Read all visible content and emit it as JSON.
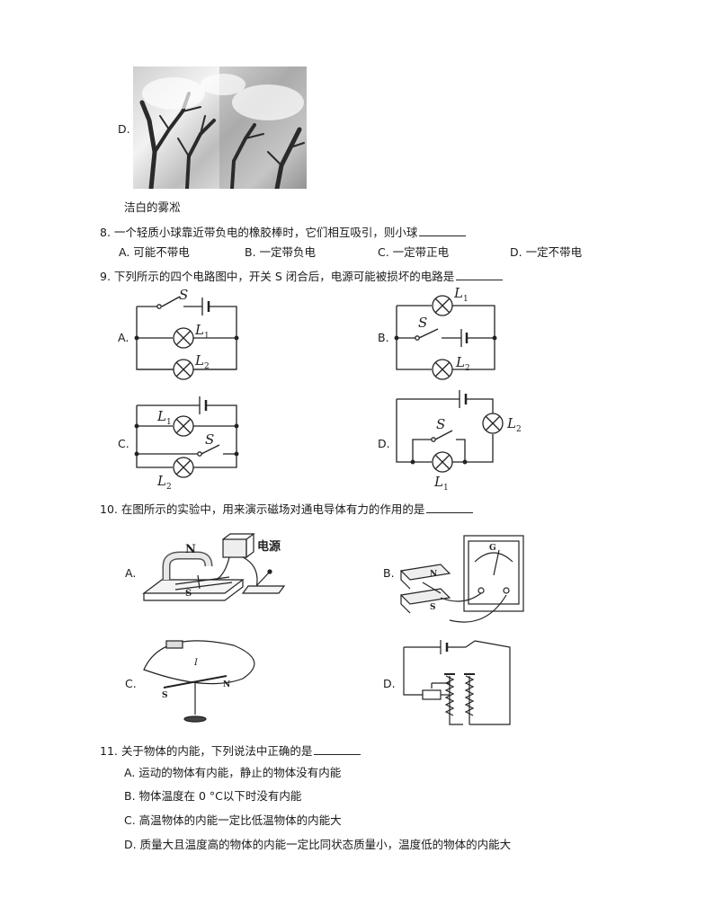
{
  "q7": {
    "option_label": "D.",
    "caption": "洁白的雾凇"
  },
  "q8": {
    "question": "8. 一个轻质小球靠近带负电的橡胶棒时，它们相互吸引，则小球",
    "options": [
      "A. 可能不带电",
      "B. 一定带负电",
      "C. 一定带正电",
      "D. 一定不带电"
    ]
  },
  "q9": {
    "question": "9. 下列所示的四个电路图中，开关 S 闭合后，电源可能被损坏的电路是",
    "option_labels": [
      "A.",
      "B.",
      "C.",
      "D."
    ],
    "symbols": {
      "switch": "S",
      "lamp1": "L",
      "lamp1_sub": "1",
      "lamp2": "L",
      "lamp2_sub": "2"
    }
  },
  "q10": {
    "question": "10. 在图所示的实验中，用来演示磁场对通电导体有力的作用的是",
    "option_labels": [
      "A.",
      "B.",
      "C.",
      "D."
    ],
    "figure_text": {
      "north": "N",
      "south": "S",
      "power": "电源",
      "current": "I",
      "galvanometer": "G"
    }
  },
  "q11": {
    "question": "11. 关于物体的内能，下列说法中正确的是",
    "options": [
      "A. 运动的物体有内能，静止的物体没有内能",
      "B. 物体温度在 0 °C以下时没有内能",
      "C. 高温物体的内能一定比低温物体的内能大",
      "D. 质量大且温度高的物体的内能一定比同状态质量小，温度低的物体的内能大"
    ]
  }
}
